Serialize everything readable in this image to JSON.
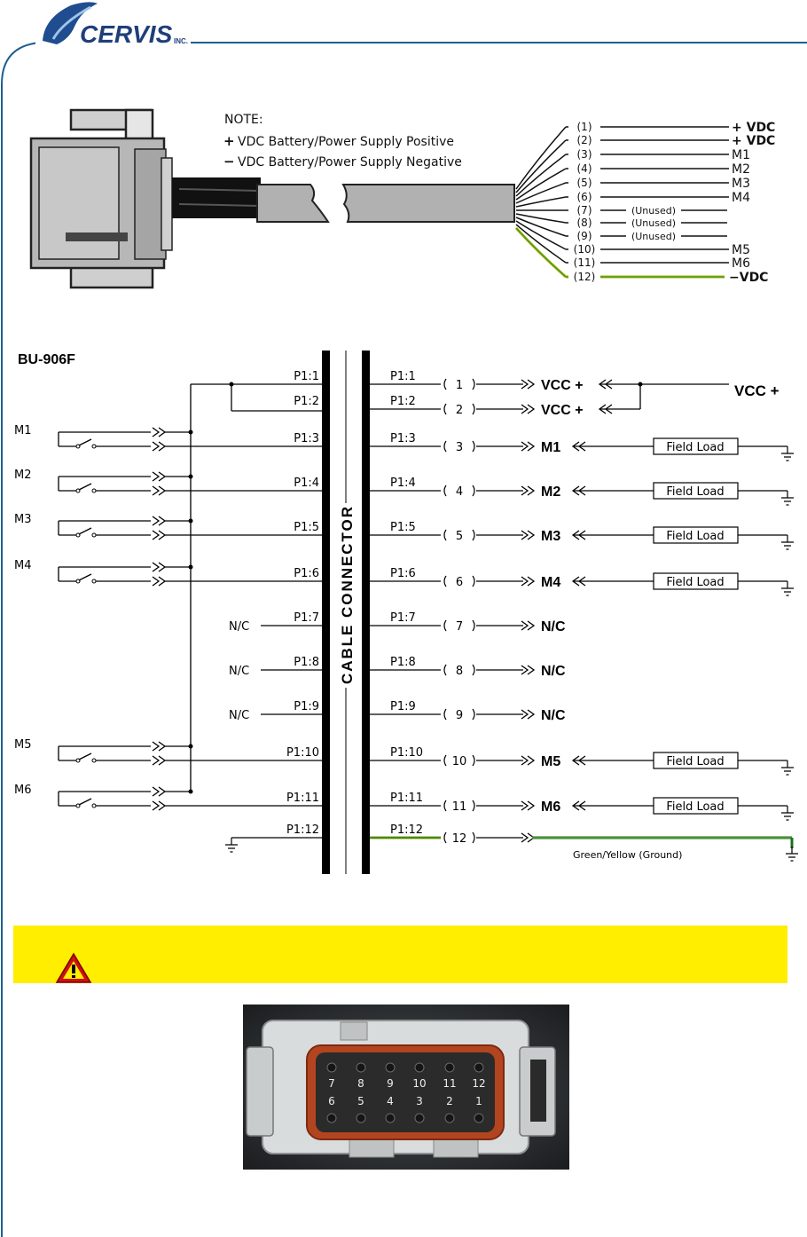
{
  "brand": {
    "logo_text": "CERVIS",
    "logo_suffix": "INC.",
    "colors": {
      "logo_blue": "#1f3f7a",
      "frame_blue": "#1e5e90",
      "warning_yellow": "#ffee00",
      "ground_green": "#1e8a1e"
    }
  },
  "cable": {
    "note_title": "NOTE:",
    "note_lines": [
      {
        "symbol": "+",
        "text": "VDC Battery/Power Supply Positive"
      },
      {
        "symbol": "−",
        "text": "VDC Battery/Power Supply Negative"
      }
    ],
    "wires": [
      {
        "num": "(1)",
        "mid": "",
        "label": "+ VDC"
      },
      {
        "num": "(2)",
        "mid": "",
        "label": "+ VDC"
      },
      {
        "num": "(3)",
        "mid": "",
        "label": "M1"
      },
      {
        "num": "(4)",
        "mid": "",
        "label": "M2"
      },
      {
        "num": "(5)",
        "mid": "",
        "label": "M3"
      },
      {
        "num": "(6)",
        "mid": "",
        "label": "M4"
      },
      {
        "num": "(7)",
        "mid": "(Unused)",
        "label": ""
      },
      {
        "num": "(8)",
        "mid": "(Unused)",
        "label": ""
      },
      {
        "num": "(9)",
        "mid": "(Unused)",
        "label": ""
      },
      {
        "num": "(10)",
        "mid": "",
        "label": "M5"
      },
      {
        "num": "(11)",
        "mid": "",
        "label": "M6"
      },
      {
        "num": "(12)",
        "mid": "",
        "label": "−VDC"
      }
    ]
  },
  "schematic": {
    "model": "BU-906F",
    "connector_label": "CABLE CONNECTOR",
    "vcc_source": "VCC +",
    "ground_wire_label": "Green/Yellow (Ground)",
    "field_load_label": "Field Load",
    "pins": [
      {
        "pin": "P1:1",
        "num": "1",
        "left": "",
        "right": "VCC +",
        "load": false
      },
      {
        "pin": "P1:2",
        "num": "2",
        "left": "",
        "right": "VCC +",
        "load": false
      },
      {
        "pin": "P1:3",
        "num": "3",
        "left": "M1",
        "right": "M1",
        "load": true
      },
      {
        "pin": "P1:4",
        "num": "4",
        "left": "M2",
        "right": "M2",
        "load": true
      },
      {
        "pin": "P1:5",
        "num": "5",
        "left": "M3",
        "right": "M3",
        "load": true
      },
      {
        "pin": "P1:6",
        "num": "6",
        "left": "M4",
        "right": "M4",
        "load": true
      },
      {
        "pin": "P1:7",
        "num": "7",
        "left": "N/C",
        "right": "N/C",
        "load": false
      },
      {
        "pin": "P1:8",
        "num": "8",
        "left": "N/C",
        "right": "N/C",
        "load": false
      },
      {
        "pin": "P1:9",
        "num": "9",
        "left": "N/C",
        "right": "N/C",
        "load": false
      },
      {
        "pin": "P1:10",
        "num": "10",
        "left": "M5",
        "right": "M5",
        "load": true
      },
      {
        "pin": "P1:11",
        "num": "11",
        "left": "M6",
        "right": "M6",
        "load": true
      },
      {
        "pin": "P1:12",
        "num": "12",
        "left": "",
        "right": "",
        "load": false
      }
    ]
  },
  "photo": {
    "top_row": [
      "7",
      "8",
      "9",
      "10",
      "11",
      "12"
    ],
    "bottom_row": [
      "6",
      "5",
      "4",
      "3",
      "2",
      "1"
    ]
  }
}
